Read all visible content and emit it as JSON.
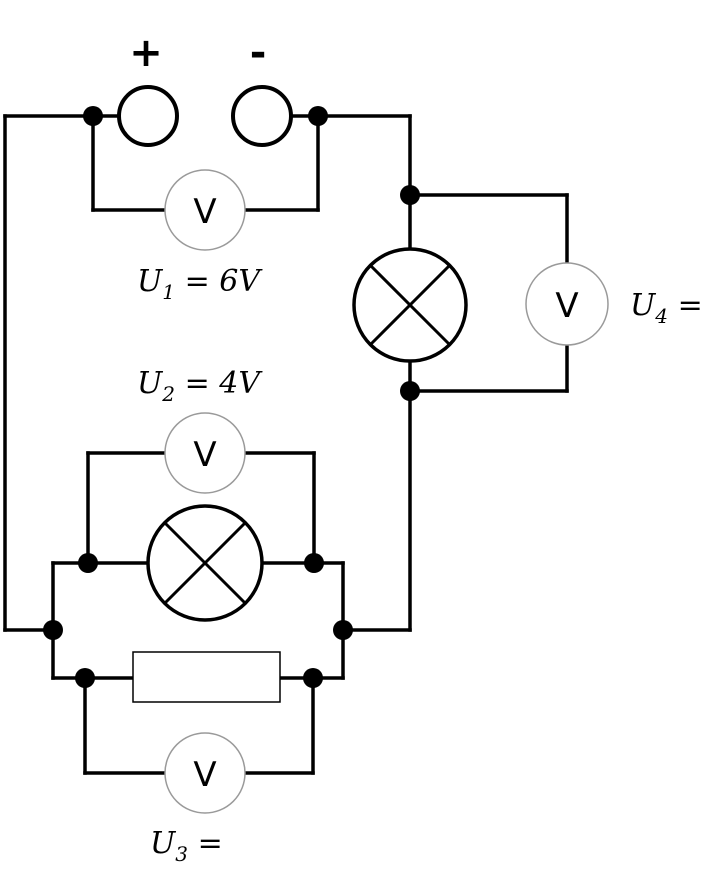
{
  "battery": {
    "plus_label": "+",
    "minus_label": "-"
  },
  "meters": {
    "v1": {
      "symbol": "V"
    },
    "v2": {
      "symbol": "V"
    },
    "v3": {
      "symbol": "V"
    },
    "v4": {
      "symbol": "V"
    }
  },
  "labels": {
    "u1": {
      "var": "U",
      "sub": "1",
      "rest": " = 6V"
    },
    "u2": {
      "var": "U",
      "sub": "2",
      "rest": " = 4V"
    },
    "u3": {
      "var": "U",
      "sub": "3",
      "rest": " ="
    },
    "u4": {
      "var": "U",
      "sub": "4",
      "rest": " ="
    }
  }
}
